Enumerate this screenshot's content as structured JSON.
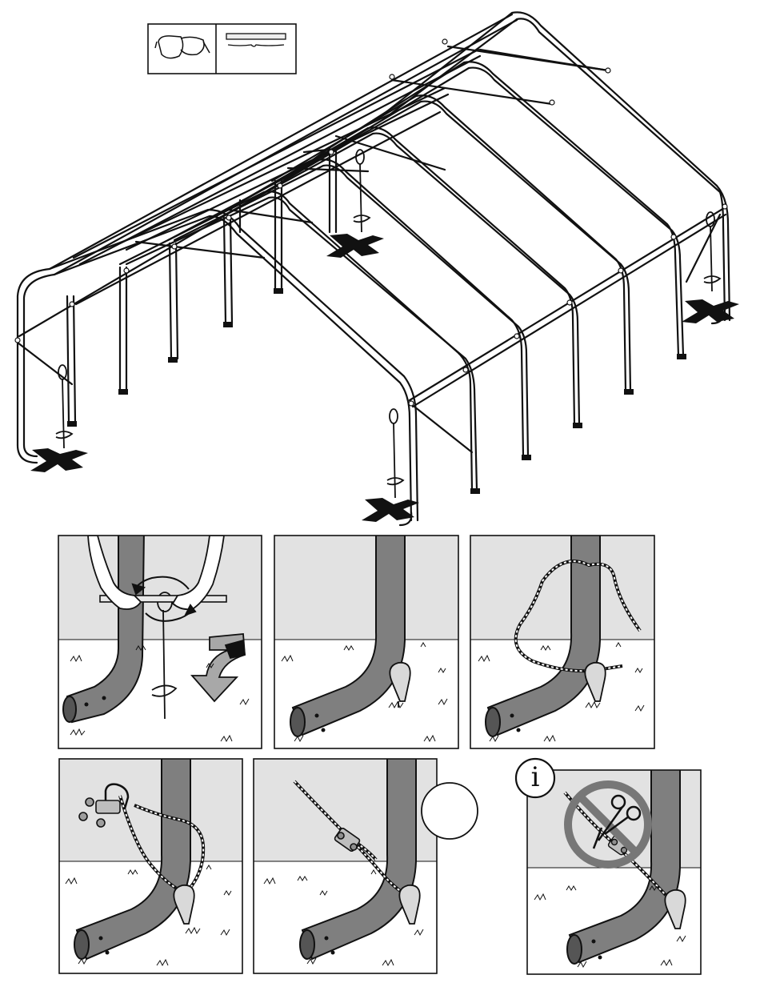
{
  "info_badge": {
    "glyph": "i"
  },
  "colors": {
    "outline": "#111111",
    "pole_fill": "#7f7f7f",
    "panel_sky": "#e2e2e2",
    "panel_ground": "#ffffff",
    "arrow_fill": "#a8a8a8",
    "arrow_dark": "#111111",
    "prohibit_fill": "#777777",
    "anchor_fill": "#d9d9d9",
    "cross_mark": "#111111"
  },
  "icons": {
    "tools_box": [
      "safety-glasses-icon",
      "tape-measure-icon"
    ],
    "frame": "tent-frame-drawing",
    "anchor": "auger-anchor-icon",
    "placement": "x-placement-mark",
    "rotation": "rotate-arrows-icon",
    "screw_direction": "downward-twist-arrow-icon",
    "cable": "braided-cable-icon",
    "clamp": "wire-rope-clip-icon",
    "prohibited": "no-cutting-icon",
    "scissors": "scissors-icon",
    "info": "info-icon"
  },
  "steps": [
    {
      "id": 1,
      "action": "screw-in-anchor"
    },
    {
      "id": 2,
      "action": "anchor-installed"
    },
    {
      "id": 3,
      "action": "thread-cable"
    },
    {
      "id": 4,
      "action": "attach-clamp"
    },
    {
      "id": 5,
      "action": "tighten-clamp"
    },
    {
      "id": 6,
      "action": "do-not-cut-cable"
    }
  ]
}
